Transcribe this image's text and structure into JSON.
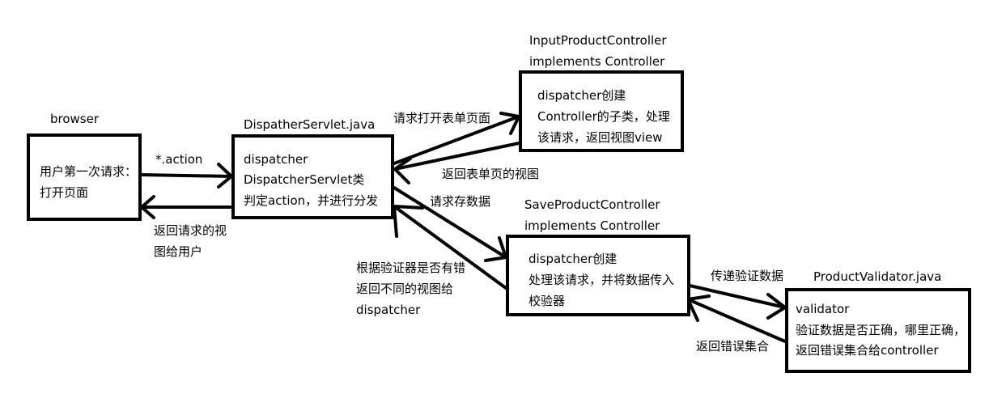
{
  "browser": {
    "title": "browser",
    "lines": [
      "用户第一次请求：",
      "打开页面"
    ]
  },
  "dispatcher_servlet": {
    "title": "DispatherServlet.java",
    "lines": [
      "dispatcher",
      "DispatcherServlet类",
      "判定action，并进行分发"
    ]
  },
  "input_controller": {
    "title_lines": [
      "InputProductController",
      "implements Controller"
    ],
    "lines": [
      "dispatcher创建",
      "Controller的子类，处理",
      "该请求，返回视图view"
    ]
  },
  "save_controller": {
    "title_lines": [
      "SaveProductController",
      "implements Controller"
    ],
    "lines": [
      "dispatcher创建",
      "处理该请求，并将数据传入",
      "校验器"
    ]
  },
  "validator": {
    "title": "ProductValidator.java",
    "lines": [
      "validator",
      "验证数据是否正确，哪里正确，",
      "返回错误集合给controller"
    ]
  },
  "edges": {
    "action": "*.action",
    "return_view_user": [
      "返回请求的视",
      "图给用户"
    ],
    "open_form": "请求打开表单页面",
    "return_form_view": "返回表单页的视图",
    "save_data": "请求存数据",
    "return_by_validation": [
      "根据验证器是否有错",
      "返回不同的视图给",
      "dispatcher"
    ],
    "pass_data": "传递验证数据",
    "return_errors": "返回错误集合"
  }
}
